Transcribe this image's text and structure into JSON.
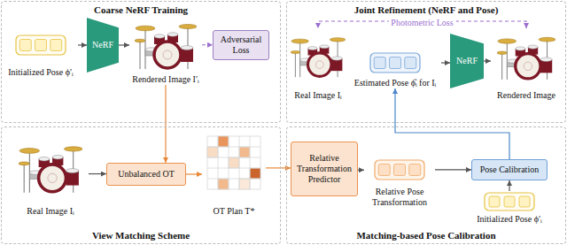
{
  "diagram": {
    "nodes": [
      {
        "text": [
          "Coarse NeRF Training"
        ]
      },
      {
        "text": [
          "Initialized Pose ϕ′ᵢ"
        ],
        "in": 0
      },
      {
        "text": [
          "NeRF"
        ],
        "in": 0
      },
      {
        "text": [
          "Rendered Image I′ᵢ"
        ],
        "in": 0
      },
      {
        "text": [
          "Adversarial Loss"
        ],
        "in": 0
      },
      {
        "text": [
          "Joint Refinement (NeRF and Pose)"
        ]
      },
      {
        "text": [
          "Real Image Iᵢ"
        ],
        "in": 5
      },
      {
        "text": [
          "Estimated Pose ϕ̂ᵢ for Iᵢ"
        ],
        "in": 5
      },
      {
        "text": [
          "NeRF"
        ],
        "in": 5
      },
      {
        "text": [
          "Rendered Image"
        ],
        "in": 5
      },
      {
        "text": [
          "View Matching Scheme"
        ]
      },
      {
        "text": [
          "Real Image Iᵢ"
        ],
        "in": 10
      },
      {
        "text": [
          "Unbalanced OT"
        ],
        "in": 10
      },
      {
        "text": [
          "OT Plan T*"
        ],
        "in": 10
      },
      {
        "text": [
          "Matching-based Pose Calibration"
        ]
      },
      {
        "text": [
          "Relative Transformation Predictor"
        ],
        "in": 14
      },
      {
        "text": [
          "Relative Pose Transformation"
        ],
        "in": 14
      },
      {
        "text": [
          "Pose Calibration"
        ],
        "in": 14
      },
      {
        "text": [
          "Initialized Pose ϕ′ᵢ"
        ],
        "in": 14
      }
    ],
    "edges": [
      {
        "from": 1,
        "to": 2,
        "arrow": "to"
      },
      {
        "from": 2,
        "to": 3,
        "arrow": "to"
      },
      {
        "from": 3,
        "to": 4,
        "arrow": "to"
      },
      {
        "from": 9,
        "to": 6,
        "label": "Photometric Loss",
        "arrow": "both"
      },
      {
        "from": 7,
        "to": 8,
        "arrow": "to"
      },
      {
        "from": 8,
        "to": 9,
        "arrow": "to"
      },
      {
        "from": 3,
        "to": 12,
        "arrow": "to"
      },
      {
        "from": 11,
        "to": 12,
        "arrow": "to"
      },
      {
        "from": 12,
        "to": 13,
        "arrow": "to"
      },
      {
        "from": 13,
        "to": 15,
        "arrow": "to"
      },
      {
        "from": 15,
        "to": 16,
        "arrow": "to"
      },
      {
        "from": 16,
        "to": 17,
        "arrow": "to"
      },
      {
        "from": 18,
        "to": 17,
        "arrow": "to"
      },
      {
        "from": 17,
        "to": 7,
        "arrow": "to"
      }
    ]
  }
}
